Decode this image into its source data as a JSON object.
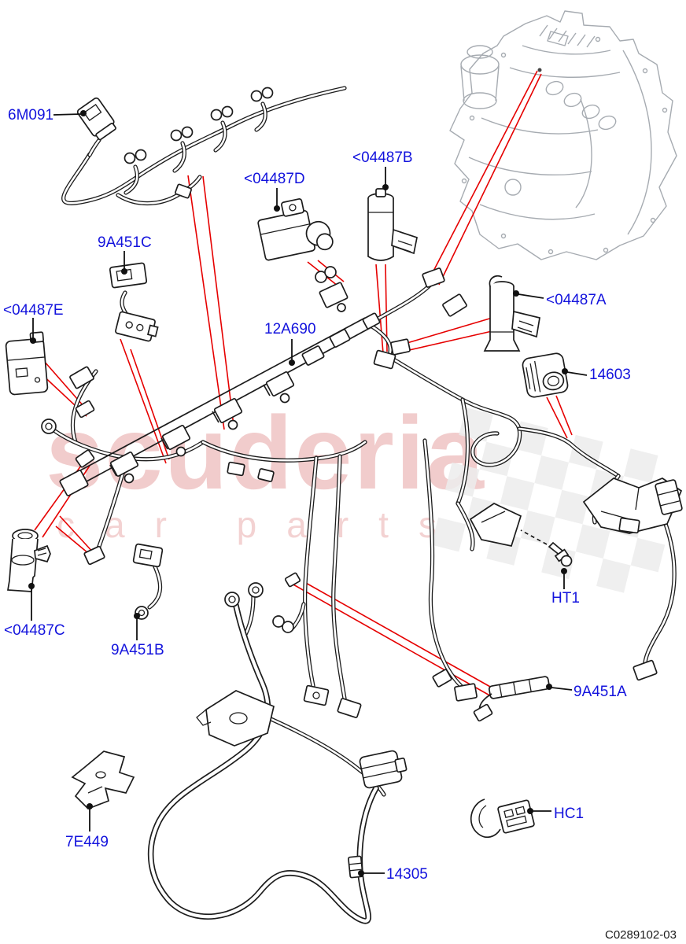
{
  "page": {
    "watermark": {
      "title": "scuderia",
      "subtitle": "car parts"
    },
    "document_code": "C0289102-03",
    "colors": {
      "label": "#1313dd",
      "callout": "#e60000",
      "line_art": "#1c1c1c",
      "engine": "#a6abb1",
      "watermark": "#d96c6c"
    },
    "parts": [
      {
        "label": "6M091"
      },
      {
        "label": "9A451C"
      },
      {
        "label": "<04487E"
      },
      {
        "label": "<04487D"
      },
      {
        "label": "<04487B"
      },
      {
        "label": "12A690"
      },
      {
        "label": "<04487A"
      },
      {
        "label": "14603"
      },
      {
        "label": "HT1"
      },
      {
        "label": "<04487C"
      },
      {
        "label": "9A451B"
      },
      {
        "label": "9A451A"
      },
      {
        "label": "7E449"
      },
      {
        "label": "HC1"
      },
      {
        "label": "14305"
      }
    ]
  }
}
